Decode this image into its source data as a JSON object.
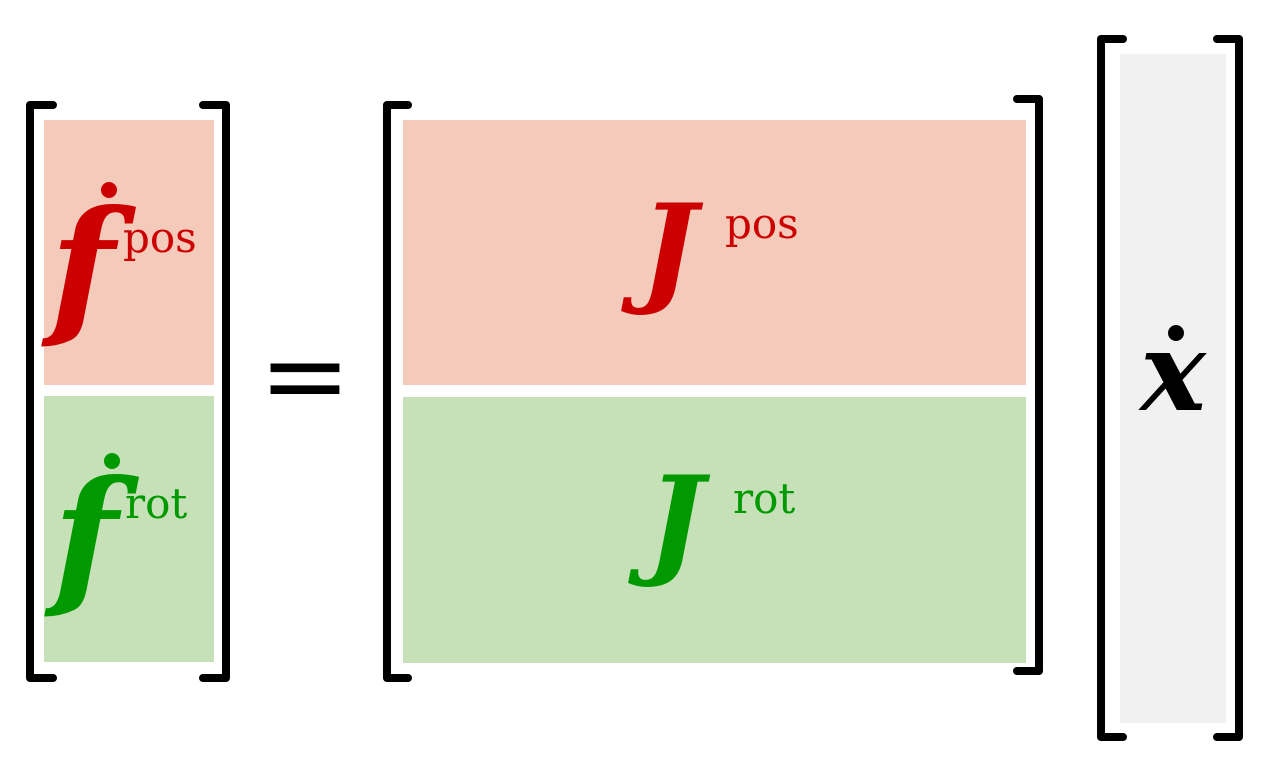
{
  "colors": {
    "pos_fill": "#f4cbbb",
    "pos_text": "#cc0000",
    "rot_fill": "#c6e0b7",
    "rot_text": "#009900",
    "x_fill": "#f1f1f1",
    "bracket": "#000000",
    "x_text": "#000000"
  },
  "equation": {
    "lhs": {
      "pos": {
        "symbol": "f",
        "superscript": "pos"
      },
      "rot": {
        "symbol": "f",
        "superscript": "rot"
      }
    },
    "equals": "=",
    "jacobian": {
      "pos": {
        "symbol": "J",
        "superscript": "pos"
      },
      "rot": {
        "symbol": "J",
        "superscript": "rot"
      }
    },
    "vector": {
      "symbol": "x"
    }
  }
}
